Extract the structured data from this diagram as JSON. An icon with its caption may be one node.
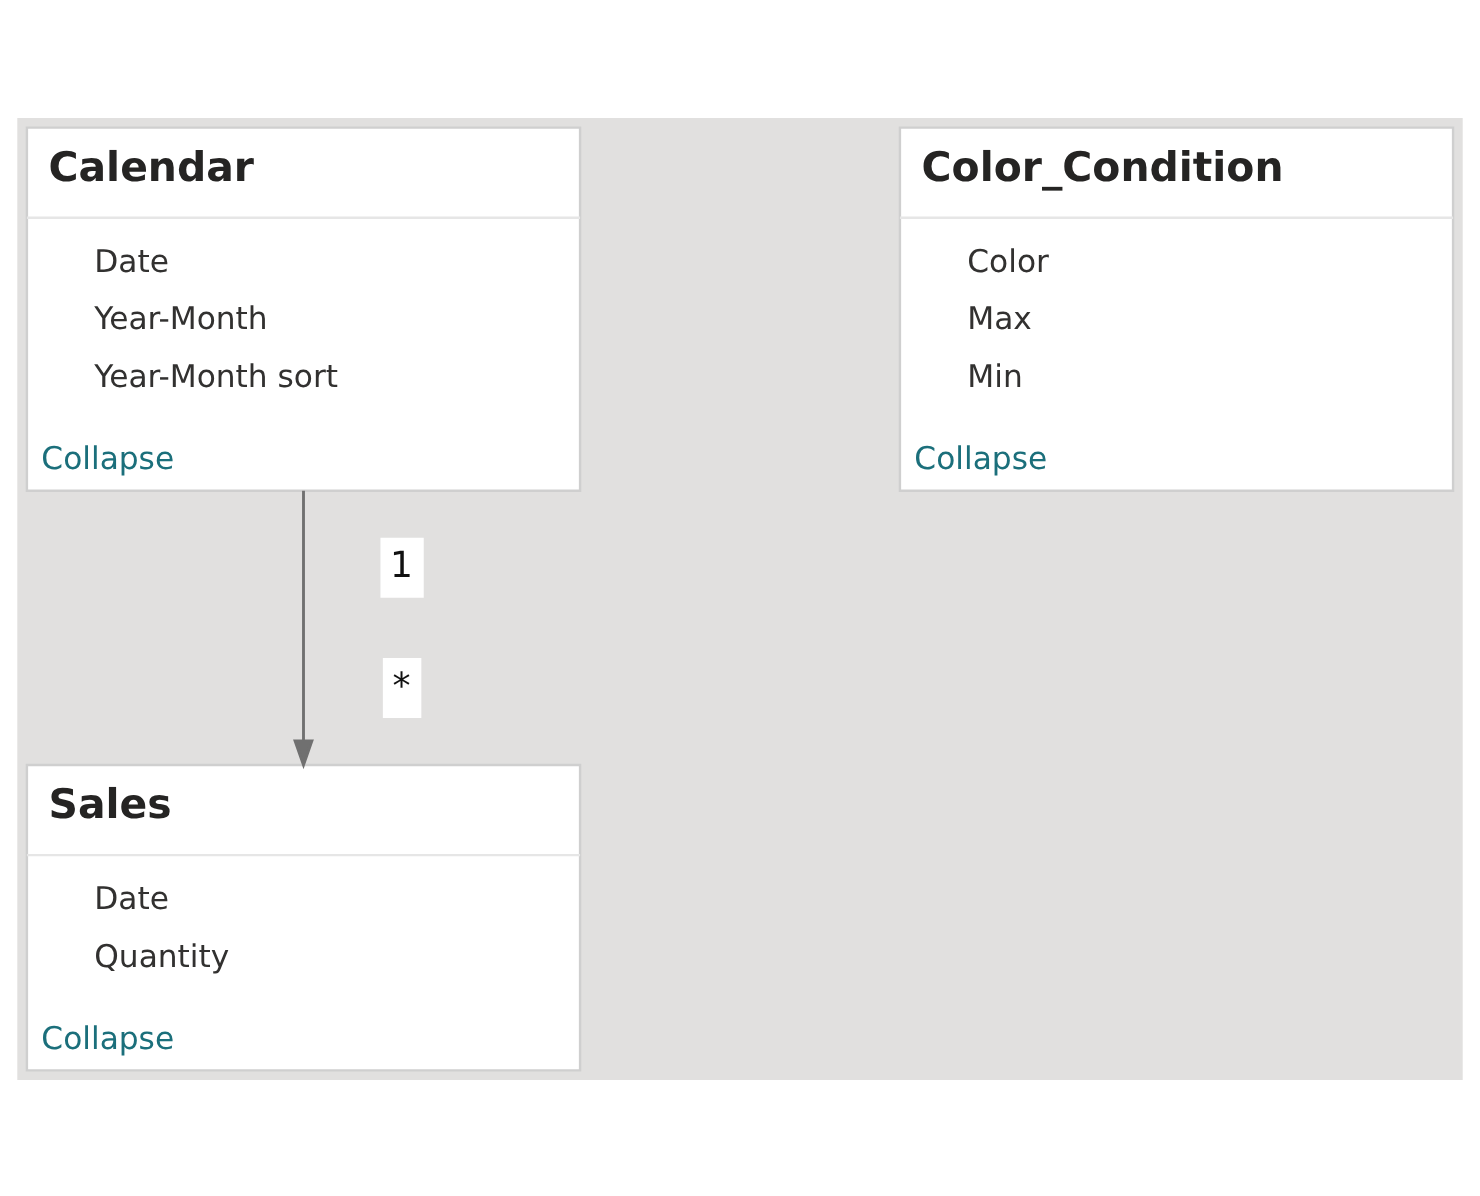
{
  "diagram": {
    "nodes": [
      {
        "text": [
          "Calendar",
          "Date",
          "Year-Month",
          "Year-Month sort",
          "Collapse"
        ]
      },
      {
        "text": [
          "Color_Condition",
          "Color",
          "Max",
          "Min",
          "Collapse"
        ]
      },
      {
        "text": [
          "Sales",
          "Date",
          "Quantity",
          "Collapse"
        ]
      }
    ],
    "edges": [
      {
        "from": 0,
        "to": 2,
        "arrow": "to"
      }
    ],
    "labels": [
      "1",
      "*"
    ]
  }
}
